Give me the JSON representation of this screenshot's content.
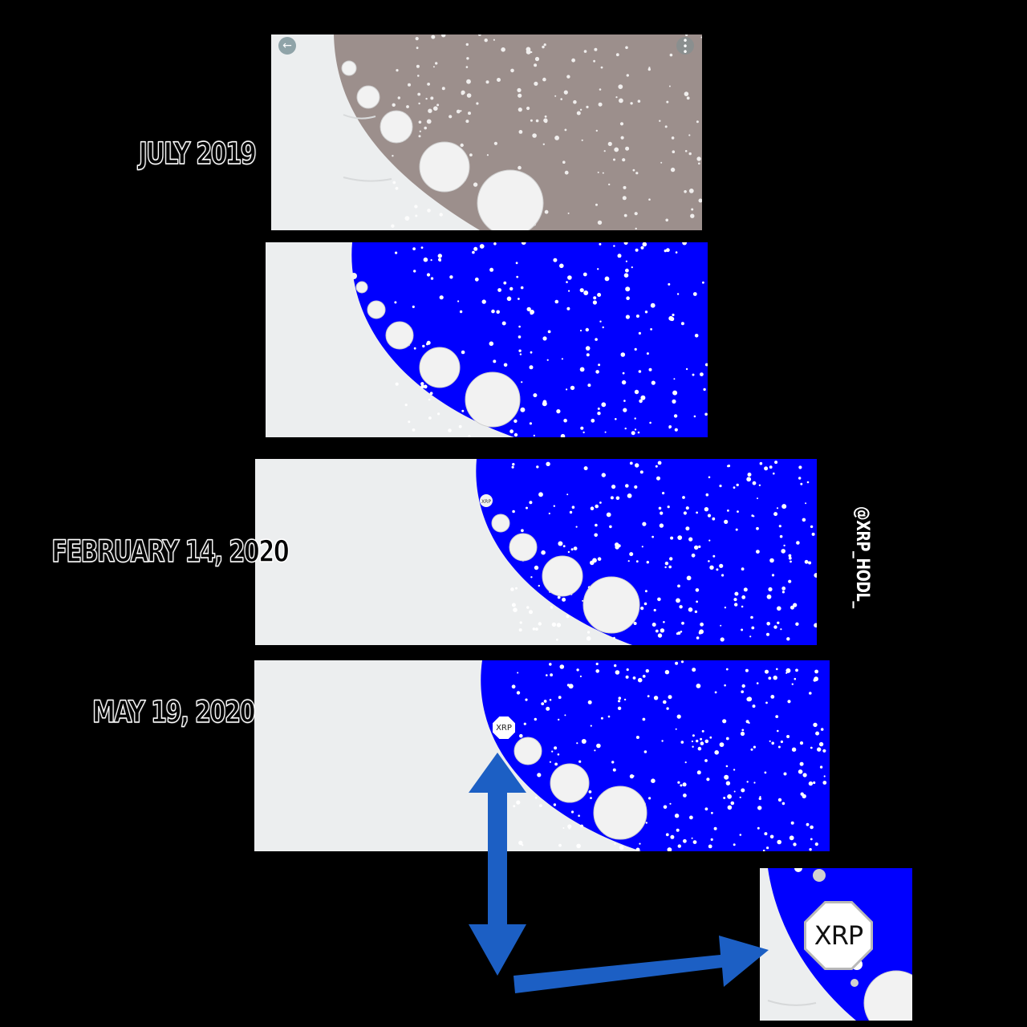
{
  "labels": {
    "july": "JULY 2019",
    "feb": "FEBRUARY 14, 2020",
    "may": "MAY 19, 2020"
  },
  "watermark": "@XRP_HODL_",
  "panels": [
    {
      "name": "panel-july-2019",
      "background": "#9c8f8c"
    },
    {
      "name": "panel-2",
      "background": "#0000ff"
    },
    {
      "name": "panel-feb-14-2020",
      "background": "#0000ff"
    },
    {
      "name": "panel-may-19-2020",
      "background": "#0000ff"
    }
  ],
  "xrp_badge": "XRP",
  "zoom_badge": "XRP",
  "colors": {
    "snow": "#eceeef",
    "arrow": "#1c5fc4",
    "blue": "#0000ff",
    "taupe": "#9c8f8c"
  },
  "icons": [
    "back-arrow-icon",
    "more-options-icon"
  ]
}
